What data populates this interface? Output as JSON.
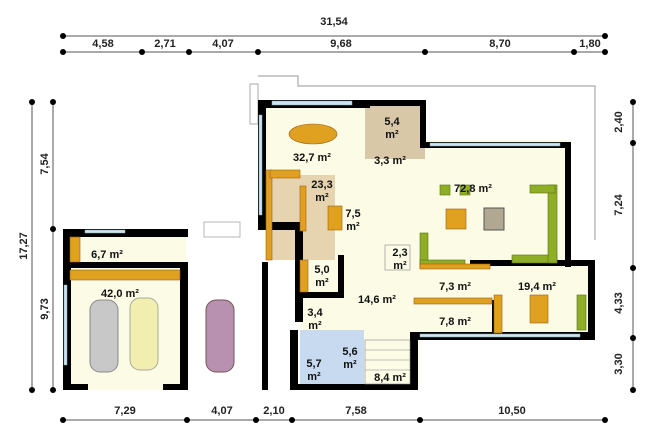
{
  "title": "Floor plan",
  "dimensions": {
    "top_total": "31,54",
    "top_segments": [
      "4,58",
      "2,71",
      "4,07",
      "9,68",
      "8,70",
      "1,80"
    ],
    "bottom_segments": [
      "7,29",
      "4,07",
      "2,10",
      "7,58",
      "10,50"
    ],
    "left_total": "17,27",
    "left_segments": [
      "7,54",
      "9,73"
    ],
    "right_segments": [
      "2,40",
      "7,24",
      "4,33",
      "3,30"
    ]
  },
  "rooms": [
    {
      "area": "5,4",
      "unit": "m²"
    },
    {
      "area": "32,7",
      "unit": "m²"
    },
    {
      "area": "3,3",
      "unit": "m²"
    },
    {
      "area": "72,8",
      "unit": "m²"
    },
    {
      "area": "23,3",
      "unit": "m²"
    },
    {
      "area": "7,5",
      "unit": "m²"
    },
    {
      "area": "2,3",
      "unit": "m²"
    },
    {
      "area": "5,0",
      "unit": "m²"
    },
    {
      "area": "6,7",
      "unit": "m²"
    },
    {
      "area": "42,0",
      "unit": "m²"
    },
    {
      "area": "7,3",
      "unit": "m²"
    },
    {
      "area": "19,4",
      "unit": "m²"
    },
    {
      "area": "14,6",
      "unit": "m²"
    },
    {
      "area": "3,4",
      "unit": "m²"
    },
    {
      "area": "7,8",
      "unit": "m²"
    },
    {
      "area": "5,7",
      "unit": "m²"
    },
    {
      "area": "5,6",
      "unit": "m²"
    },
    {
      "area": "8,4",
      "unit": "m²"
    }
  ],
  "colors": {
    "wall": "#000000",
    "floor": "#fbfbe6",
    "furniture": "#e0a020",
    "sofa": "#8fae28",
    "bath": "#c8daf0"
  }
}
